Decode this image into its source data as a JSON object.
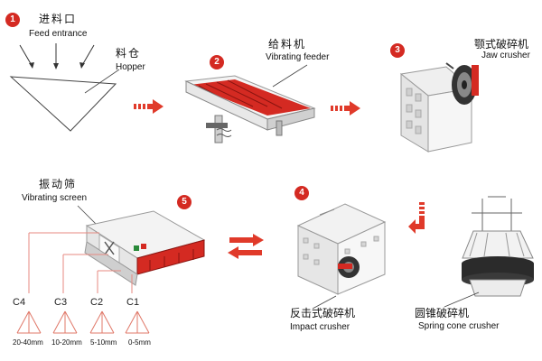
{
  "steps": [
    {
      "number": "1",
      "label_cn": "进料口",
      "label_en": "Feed entrance"
    },
    {
      "number": "2",
      "label_cn": "给料机",
      "label_en": "Vibrating feeder"
    },
    {
      "number": "3",
      "label_cn": "颚式破碎机",
      "label_en": "Jaw crusher"
    },
    {
      "number": "4",
      "label_cn": "反击式破碎机",
      "label_en": "Impact crusher"
    },
    {
      "number": "5",
      "label_cn": "振动筛",
      "label_en": "Vibrating screen"
    }
  ],
  "hopper": {
    "label_cn": "料仓",
    "label_en": "Hopper"
  },
  "cone_crusher": {
    "label_cn": "圆锥破碎机",
    "label_en": "Spring cone crusher"
  },
  "outputs": [
    {
      "code": "C4",
      "size": "20-40mm"
    },
    {
      "code": "C3",
      "size": "10-20mm"
    },
    {
      "code": "C2",
      "size": "5-10mm"
    },
    {
      "code": "C1",
      "size": "0-5mm"
    }
  ],
  "colors": {
    "accent": "#d42a22",
    "arrow": "#e03a2a",
    "machine": "#ececec",
    "machine_dark": "#555555"
  }
}
